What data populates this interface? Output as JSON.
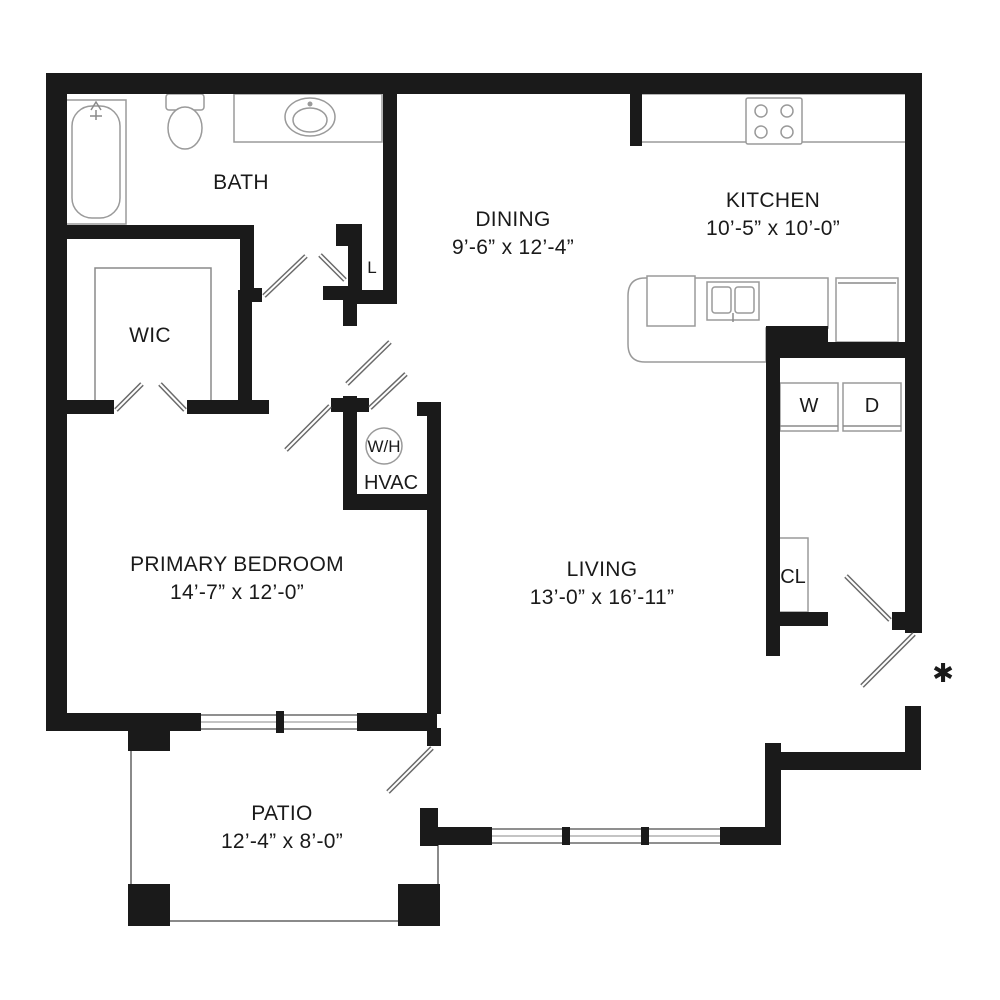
{
  "colors": {
    "wall": "#1a1a1a",
    "fixture": "#9a9a9a",
    "background": "#ffffff"
  },
  "rooms": {
    "bath": {
      "name": "BATH"
    },
    "dining": {
      "name": "DINING",
      "dims": "9’-6” x 12’-4”"
    },
    "kitchen": {
      "name": "KITCHEN",
      "dims": "10’-5” x 10’-0”"
    },
    "wic": {
      "name": "WIC"
    },
    "linen": {
      "name": "L"
    },
    "water_heater": {
      "name": "W/H"
    },
    "hvac": {
      "name": "HVAC"
    },
    "washer": {
      "name": "W"
    },
    "dryer": {
      "name": "D"
    },
    "closet": {
      "name": "CL"
    },
    "primary_bedroom": {
      "name": "PRIMARY BEDROOM",
      "dims": "14’-7” x 12’-0”"
    },
    "living": {
      "name": "LIVING",
      "dims": "13’-0” x 16’-11”"
    },
    "patio": {
      "name": "PATIO",
      "dims": "12’-4” x 8’-0”"
    }
  },
  "entry_marker": "✱"
}
